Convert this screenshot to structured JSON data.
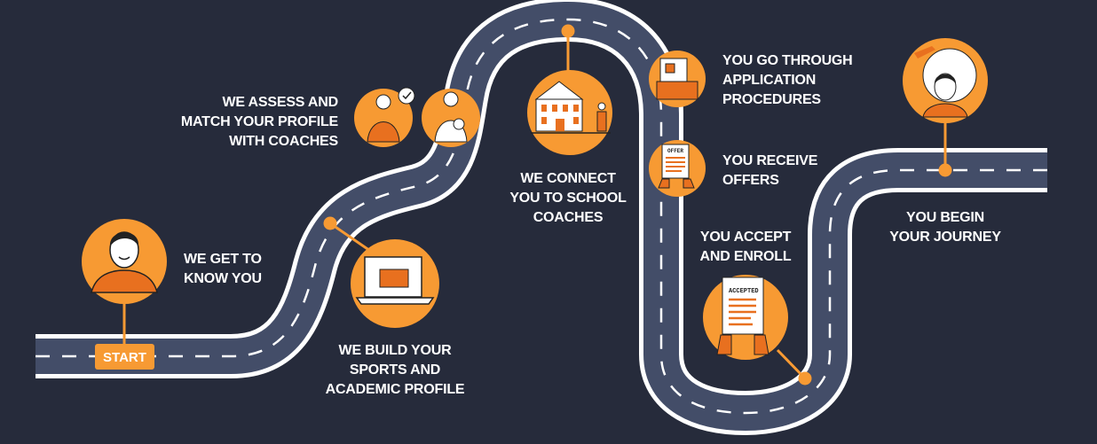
{
  "colors": {
    "background": "#262b3b",
    "road": "#434d68",
    "edge": "#ffffff",
    "accent": "#f79a33",
    "accent_dark": "#e8701f"
  },
  "start_label": "START",
  "steps": [
    {
      "icon": "person-icon",
      "lines": [
        "WE GET TO",
        "KNOW YOU"
      ]
    },
    {
      "icon": "laptop-profile-icon",
      "lines": [
        "WE BUILD YOUR",
        "SPORTS AND",
        "ACADEMIC PROFILE"
      ]
    },
    {
      "icon": "coaches-icon",
      "lines": [
        "WE ASSESS AND",
        "MATCH YOUR PROFILE",
        "WITH COACHES"
      ]
    },
    {
      "icon": "school-building-icon",
      "lines": [
        "WE CONNECT",
        "YOU TO SCHOOL",
        "COACHES"
      ]
    },
    {
      "icon": "application-folder-icon",
      "lines": [
        "YOU GO THROUGH",
        "APPLICATION",
        "PROCEDURES"
      ]
    },
    {
      "icon": "offer-letter-icon",
      "badge": "OFFER",
      "lines": [
        "YOU RECEIVE",
        "OFFERS"
      ]
    },
    {
      "icon": "accepted-letter-icon",
      "badge": "ACCEPTED",
      "lines": [
        "YOU ACCEPT",
        "AND ENROLL"
      ]
    },
    {
      "icon": "globe-traveler-icon",
      "lines": [
        "YOU BEGIN",
        "YOUR JOURNEY"
      ]
    }
  ]
}
